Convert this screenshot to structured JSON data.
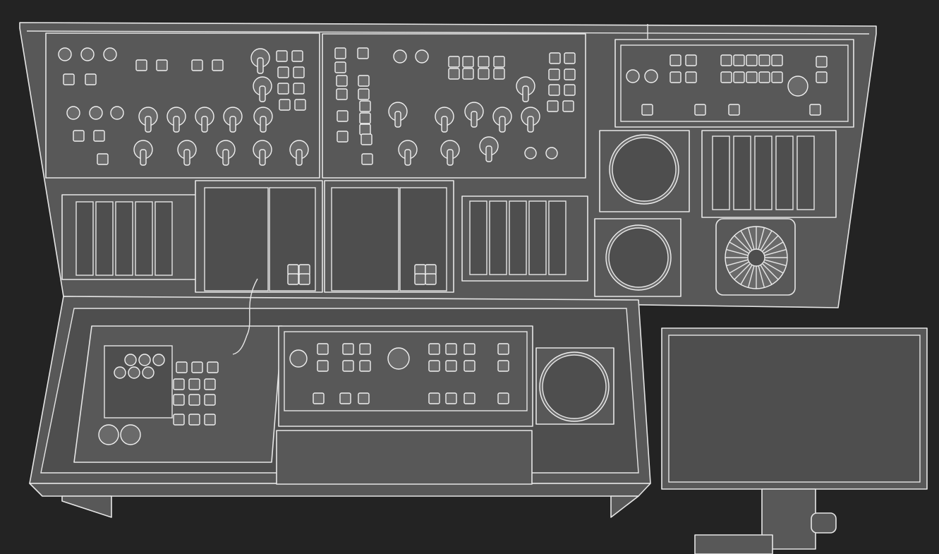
{
  "scene": {
    "colors": {
      "background": "#232323",
      "panel": "#585858",
      "wireframe": "#e6e6e6"
    },
    "objects": [
      "control-console",
      "monitor",
      "monitor-stand",
      "gauges",
      "knobs",
      "toggle-switches",
      "buttons",
      "cable"
    ]
  }
}
